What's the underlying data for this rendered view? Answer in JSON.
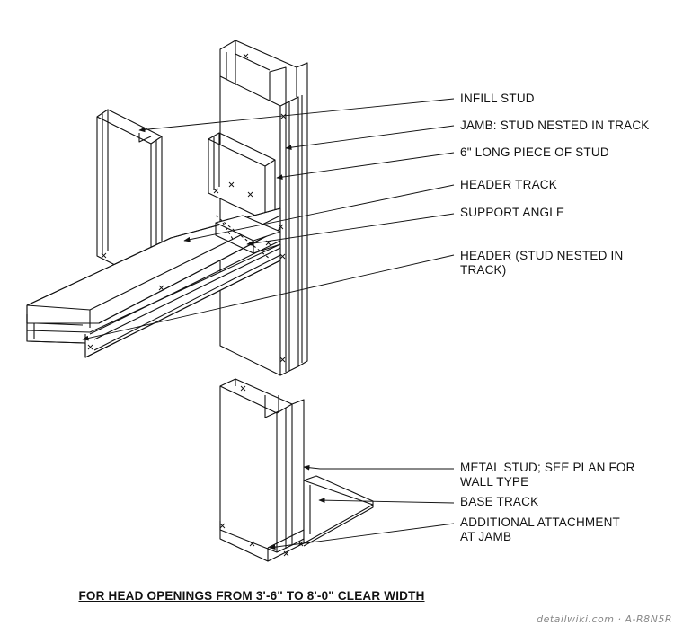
{
  "labels": {
    "infill_stud": "INFILL STUD",
    "jamb": "JAMB: STUD NESTED IN TRACK",
    "stud_piece": "6\" LONG PIECE OF STUD",
    "header_track": "HEADER TRACK",
    "support_angle": "SUPPORT ANGLE",
    "header_line1": "HEADER (STUD NESTED IN",
    "header_line2": "TRACK)",
    "metal_stud_line1": "METAL STUD; SEE PLAN FOR",
    "metal_stud_line2": "WALL TYPE",
    "base_track": "BASE TRACK",
    "attachment_line1": "ADDITIONAL ATTACHMENT",
    "attachment_line2": "AT JAMB"
  },
  "caption": "FOR HEAD OPENINGS FROM 3'-6\" TO 8'-0\" CLEAR WIDTH",
  "watermark": "detailwiki.com · A-R8N5R"
}
